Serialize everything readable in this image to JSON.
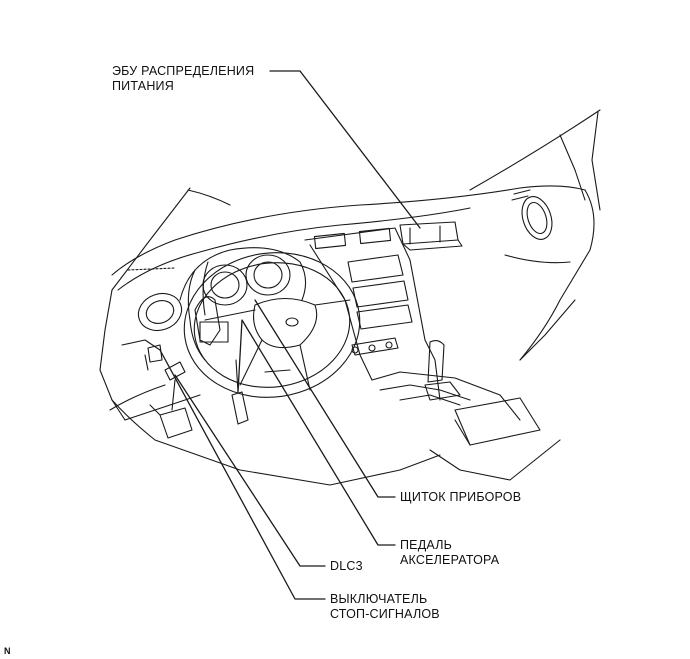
{
  "callouts": {
    "power_ecu": {
      "line1": "ЭБУ РАСПРЕДЕЛЕНИЯ",
      "line2": "ПИТАНИЯ"
    },
    "instrument_panel": {
      "line1": "ЩИТОК ПРИБОРОВ"
    },
    "accelerator_pedal": {
      "line1": "ПЕДАЛЬ",
      "line2": "АКСЕЛЕРАТОРА"
    },
    "dlc3": {
      "line1": "DLC3"
    },
    "stop_lamp_switch": {
      "line1": "ВЫКЛЮЧАТЕЛЬ",
      "line2": "СТОП-СИГНАЛОВ"
    }
  },
  "figure_code": "N"
}
